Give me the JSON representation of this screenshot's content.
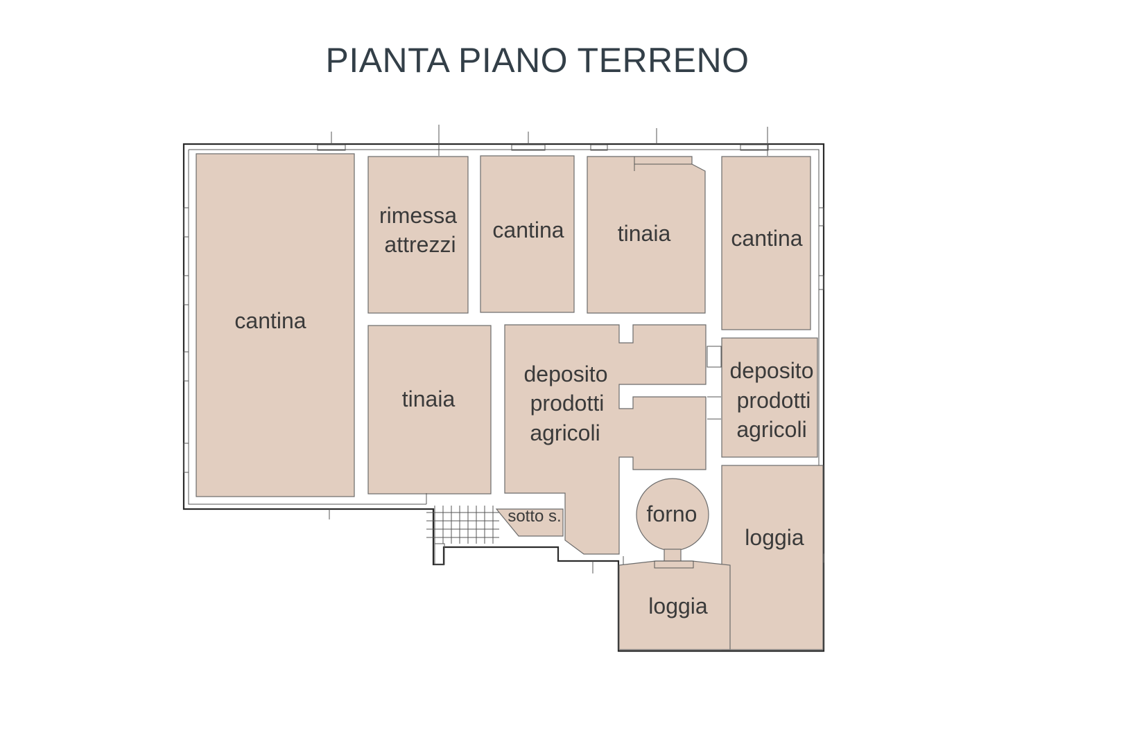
{
  "title": "PIANTA PIANO TERRENO",
  "colors": {
    "room_fill": "#e2cec0",
    "title": "#333f48",
    "wall": "#2a2a2a"
  },
  "rooms": {
    "cantina_big": "cantina",
    "rimessa_1": "rimessa",
    "rimessa_2": "attrezzi",
    "cantina_middle": "cantina",
    "tinaia_top": "tinaia",
    "cantina_right": "cantina",
    "tinaia_lower": "tinaia",
    "deposito_center_1": "deposito",
    "deposito_center_2": "prodotti",
    "deposito_center_3": "agricoli",
    "deposito_right_1": "deposito",
    "deposito_right_2": "prodotti",
    "deposito_right_3": "agricoli",
    "sotto_scala": "sotto s.",
    "forno": "forno",
    "loggia_right": "loggia",
    "loggia_bottom": "loggia"
  }
}
